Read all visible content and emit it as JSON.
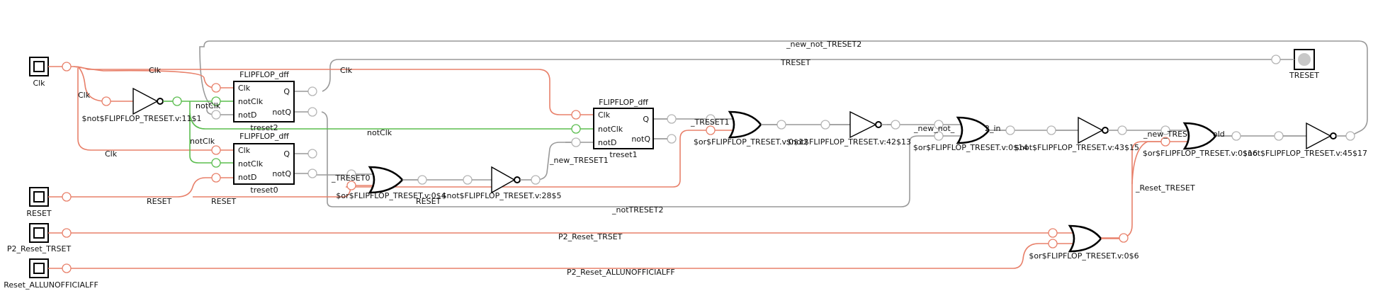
{
  "io": {
    "clk": "Clk",
    "reset": "RESET",
    "p2_reset_trset": "P2_Reset_TRSET",
    "reset_allunofficialff": "Reset_ALLUNOFFICIALFF",
    "treset": "TRESET"
  },
  "cells": {
    "not11": "$not$FLIPFLOP_TRESET.v:11$1",
    "ff_label": "FLIPFLOP_dff",
    "treset2": "treset2",
    "treset0": "treset0",
    "treset1": "treset1",
    "pin_clk": "Clk",
    "pin_notclk": "notClk",
    "pin_notd": "notD",
    "pin_q": "Q",
    "pin_notq": "notQ",
    "or4": "$or$FLIPFLOP_TRESET.v:0$4",
    "not28": "$not$FLIPFLOP_TRESET.v:28$5",
    "or12": "$or$FLIPFLOP_TRESET.v:0$12",
    "not42": "$not$FLIPFLOP_TRESET.v:42$13",
    "or14": "$or$FLIPFLOP_TRESET.v:0$14",
    "not43": "$not$FLIPFLOP_TRESET.v:43$15",
    "or16": "$or$FLIPFLOP_TRESET.v:0$16",
    "not45": "$not$FLIPFLOP_TRESET.v:45$17",
    "or6": "$or$FLIPFLOP_TRESET.v:0$6"
  },
  "nets": {
    "clk": "Clk",
    "notclk": "notClk",
    "reset": "RESET",
    "treset": "TRESET",
    "new_not_treset2": "_new_not_TRESET2",
    "treset0": "_TRESET0",
    "treset1": "_TRESET1",
    "new_treset1": "_new_TRESET1",
    "nottreset2": "_notTRESET2",
    "new_not_2_in": "_new_not_",
    "new_not_2_in_b": "2_in",
    "new_treset_old": "_new_TRES",
    "new_treset_old_b": "old",
    "reset_treset": "_Reset_TRESET",
    "p2_reset_trset": "P2_Reset_TRSET",
    "p2_reset_allunofficialff": "P2_Reset_ALLUNOFFICIALFF"
  }
}
